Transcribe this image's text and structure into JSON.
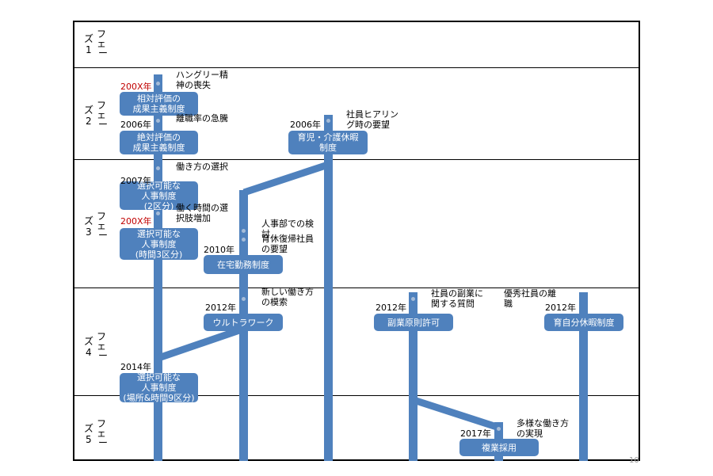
{
  "phases": [
    {
      "chars": [
        "フ",
        "ェ",
        "ー",
        "ズ",
        "1"
      ]
    },
    {
      "chars": [
        "フ",
        "ェ",
        "ー",
        "ズ",
        "2"
      ]
    },
    {
      "chars": [
        "フ",
        "ェ",
        "ー",
        "ズ",
        "3"
      ]
    },
    {
      "chars": [
        "フ",
        "ェ",
        "ー",
        "ズ",
        "4"
      ]
    },
    {
      "chars": [
        "フ",
        "ェ",
        "ー",
        "ズ",
        "5"
      ]
    }
  ],
  "boxes": {
    "b1": [
      "相対評価の",
      "成果主義制度"
    ],
    "b2": [
      "絶対評価の",
      "成果主義制度"
    ],
    "b3": [
      "育児・介護休暇",
      "制度"
    ],
    "b4": [
      "選択可能な",
      "人事制度",
      "(2区分)"
    ],
    "b5": [
      "選択可能な",
      "人事制度",
      "(時間3区分)"
    ],
    "b6": [
      "在宅勤務制度"
    ],
    "b7": [
      "ウルトラワーク"
    ],
    "b8": [
      "副業原則許可"
    ],
    "b9": [
      "育自分休暇制度"
    ],
    "b10": [
      "選択可能な",
      "人事制度",
      "(場所&時間9区分)"
    ],
    "b11": [
      "複業採用"
    ]
  },
  "years": {
    "y1": "200X年",
    "y2": "2006年",
    "y3": "2006年",
    "y4": "2007年",
    "y5": "200X年",
    "y6": "2010年",
    "y7": "2012年",
    "y8": "2012年",
    "y9": "2012年",
    "y10": "2014年",
    "y11": "2017年"
  },
  "colors": {
    "accent": "#4f81bd",
    "red": "#c00000"
  },
  "notes": {
    "n1": [
      "ハングリー精",
      "神の喪失"
    ],
    "n2": [
      "離職率の急騰"
    ],
    "n3": [
      "社員ヒアリン",
      "グ時の要望"
    ],
    "n4": [
      "働き方の選択"
    ],
    "n5": [
      "働く時間の選",
      "択肢増加"
    ],
    "n6": [
      "人事部での検",
      "討"
    ],
    "n7": [
      "育休復帰社員",
      "の要望"
    ],
    "n8": [
      "新しい働き方",
      "の模索"
    ],
    "n9": [
      "社員の副業に",
      "関する質問"
    ],
    "n10": [
      "優秀社員の離",
      "職"
    ],
    "n11": [
      "多様な働き方",
      "の実現"
    ]
  },
  "page_number": "10"
}
